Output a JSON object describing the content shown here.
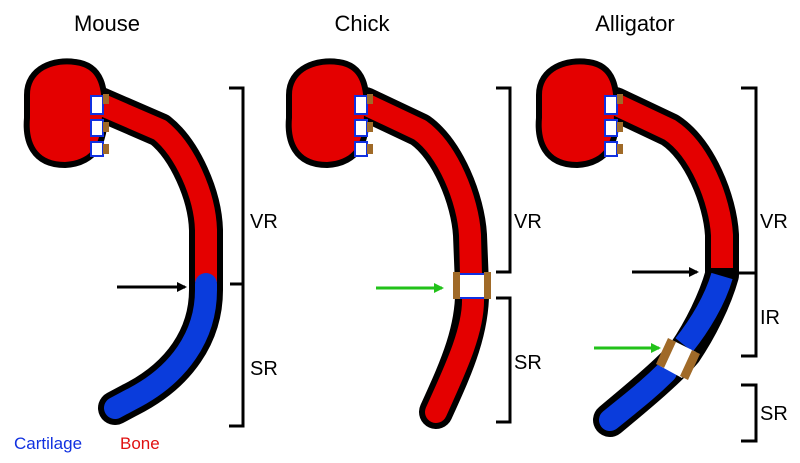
{
  "panels": [
    {
      "title": "Mouse",
      "regions": [
        {
          "label": "VR"
        },
        {
          "label": "SR"
        }
      ],
      "arrows": [
        {
          "color": "#000000"
        }
      ]
    },
    {
      "title": "Chick",
      "regions": [
        {
          "label": "VR"
        },
        {
          "label": "SR"
        }
      ],
      "arrows": [
        {
          "color": "#22c21a"
        }
      ]
    },
    {
      "title": "Alligator",
      "regions": [
        {
          "label": "VR"
        },
        {
          "label": "IR"
        },
        {
          "label": "SR"
        }
      ],
      "arrows": [
        {
          "color": "#000000"
        },
        {
          "color": "#22c21a"
        }
      ]
    }
  ],
  "legend": {
    "cartilage": {
      "label": "Cartilage",
      "color": "#1030e0"
    },
    "bone": {
      "label": "Bone",
      "color": "#e01010"
    }
  },
  "colors": {
    "bone": "#e40000",
    "cartilage": "#0a3cdc",
    "joint": "#a06a28",
    "outline": "#000000",
    "green_arrow": "#22c21a"
  }
}
